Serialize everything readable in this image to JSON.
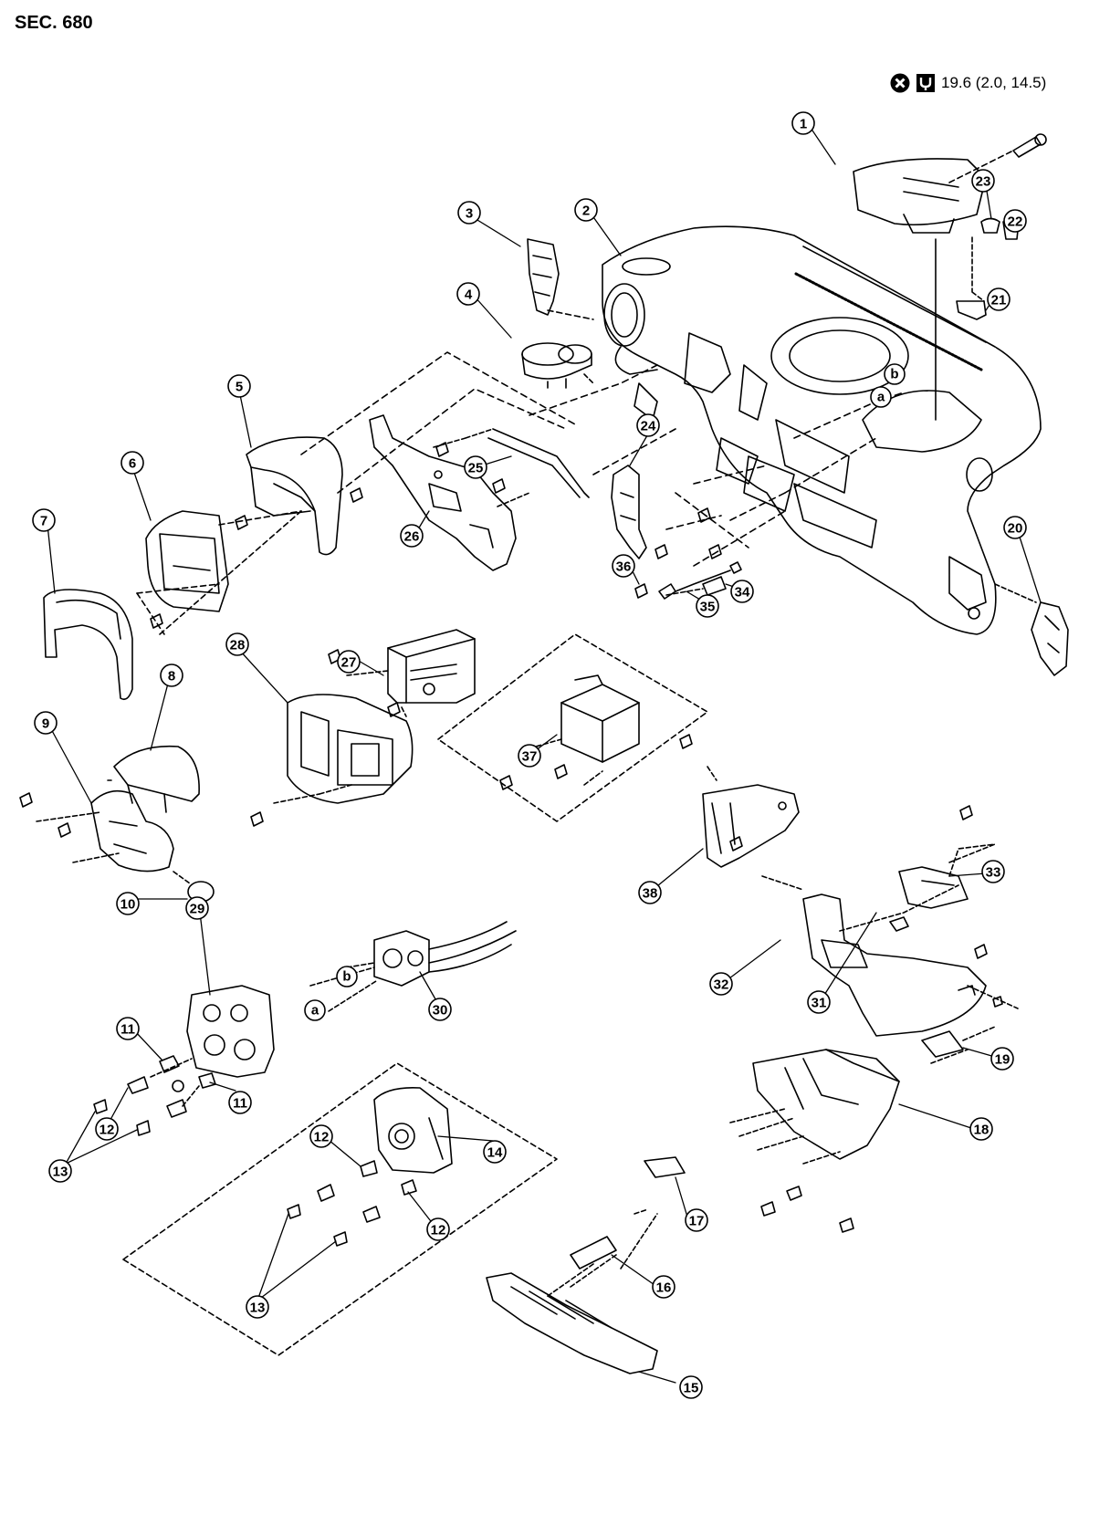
{
  "section": "SEC. 680",
  "torque": {
    "value_text": "19.6 (2.0, 14.5)",
    "icons": [
      "never-reuse-icon",
      "torque-wrench-icon"
    ]
  },
  "callouts": [
    {
      "id": "1",
      "label": "1"
    },
    {
      "id": "2",
      "label": "2"
    },
    {
      "id": "3",
      "label": "3"
    },
    {
      "id": "4",
      "label": "4"
    },
    {
      "id": "5",
      "label": "5"
    },
    {
      "id": "6",
      "label": "6"
    },
    {
      "id": "7",
      "label": "7"
    },
    {
      "id": "8",
      "label": "8"
    },
    {
      "id": "9",
      "label": "9"
    },
    {
      "id": "10",
      "label": "10"
    },
    {
      "id": "11a",
      "label": "11"
    },
    {
      "id": "11b",
      "label": "11"
    },
    {
      "id": "12a",
      "label": "12"
    },
    {
      "id": "12b",
      "label": "12"
    },
    {
      "id": "12c",
      "label": "12"
    },
    {
      "id": "13a",
      "label": "13"
    },
    {
      "id": "13b",
      "label": "13"
    },
    {
      "id": "14",
      "label": "14"
    },
    {
      "id": "15",
      "label": "15"
    },
    {
      "id": "16",
      "label": "16"
    },
    {
      "id": "17",
      "label": "17"
    },
    {
      "id": "18",
      "label": "18"
    },
    {
      "id": "19",
      "label": "19"
    },
    {
      "id": "20",
      "label": "20"
    },
    {
      "id": "21",
      "label": "21"
    },
    {
      "id": "22",
      "label": "22"
    },
    {
      "id": "23",
      "label": "23"
    },
    {
      "id": "24",
      "label": "24"
    },
    {
      "id": "25",
      "label": "25"
    },
    {
      "id": "26",
      "label": "26"
    },
    {
      "id": "27",
      "label": "27"
    },
    {
      "id": "28",
      "label": "28"
    },
    {
      "id": "29",
      "label": "29"
    },
    {
      "id": "30",
      "label": "30"
    },
    {
      "id": "31",
      "label": "31"
    },
    {
      "id": "32",
      "label": "32"
    },
    {
      "id": "33",
      "label": "33"
    },
    {
      "id": "34",
      "label": "34"
    },
    {
      "id": "35",
      "label": "35"
    },
    {
      "id": "36",
      "label": "36"
    },
    {
      "id": "37",
      "label": "37"
    },
    {
      "id": "38",
      "label": "38"
    }
  ],
  "connection_letters": [
    {
      "id": "a1",
      "label": "a"
    },
    {
      "id": "b1",
      "label": "b"
    },
    {
      "id": "a2",
      "label": "a"
    },
    {
      "id": "b2",
      "label": "b"
    }
  ]
}
